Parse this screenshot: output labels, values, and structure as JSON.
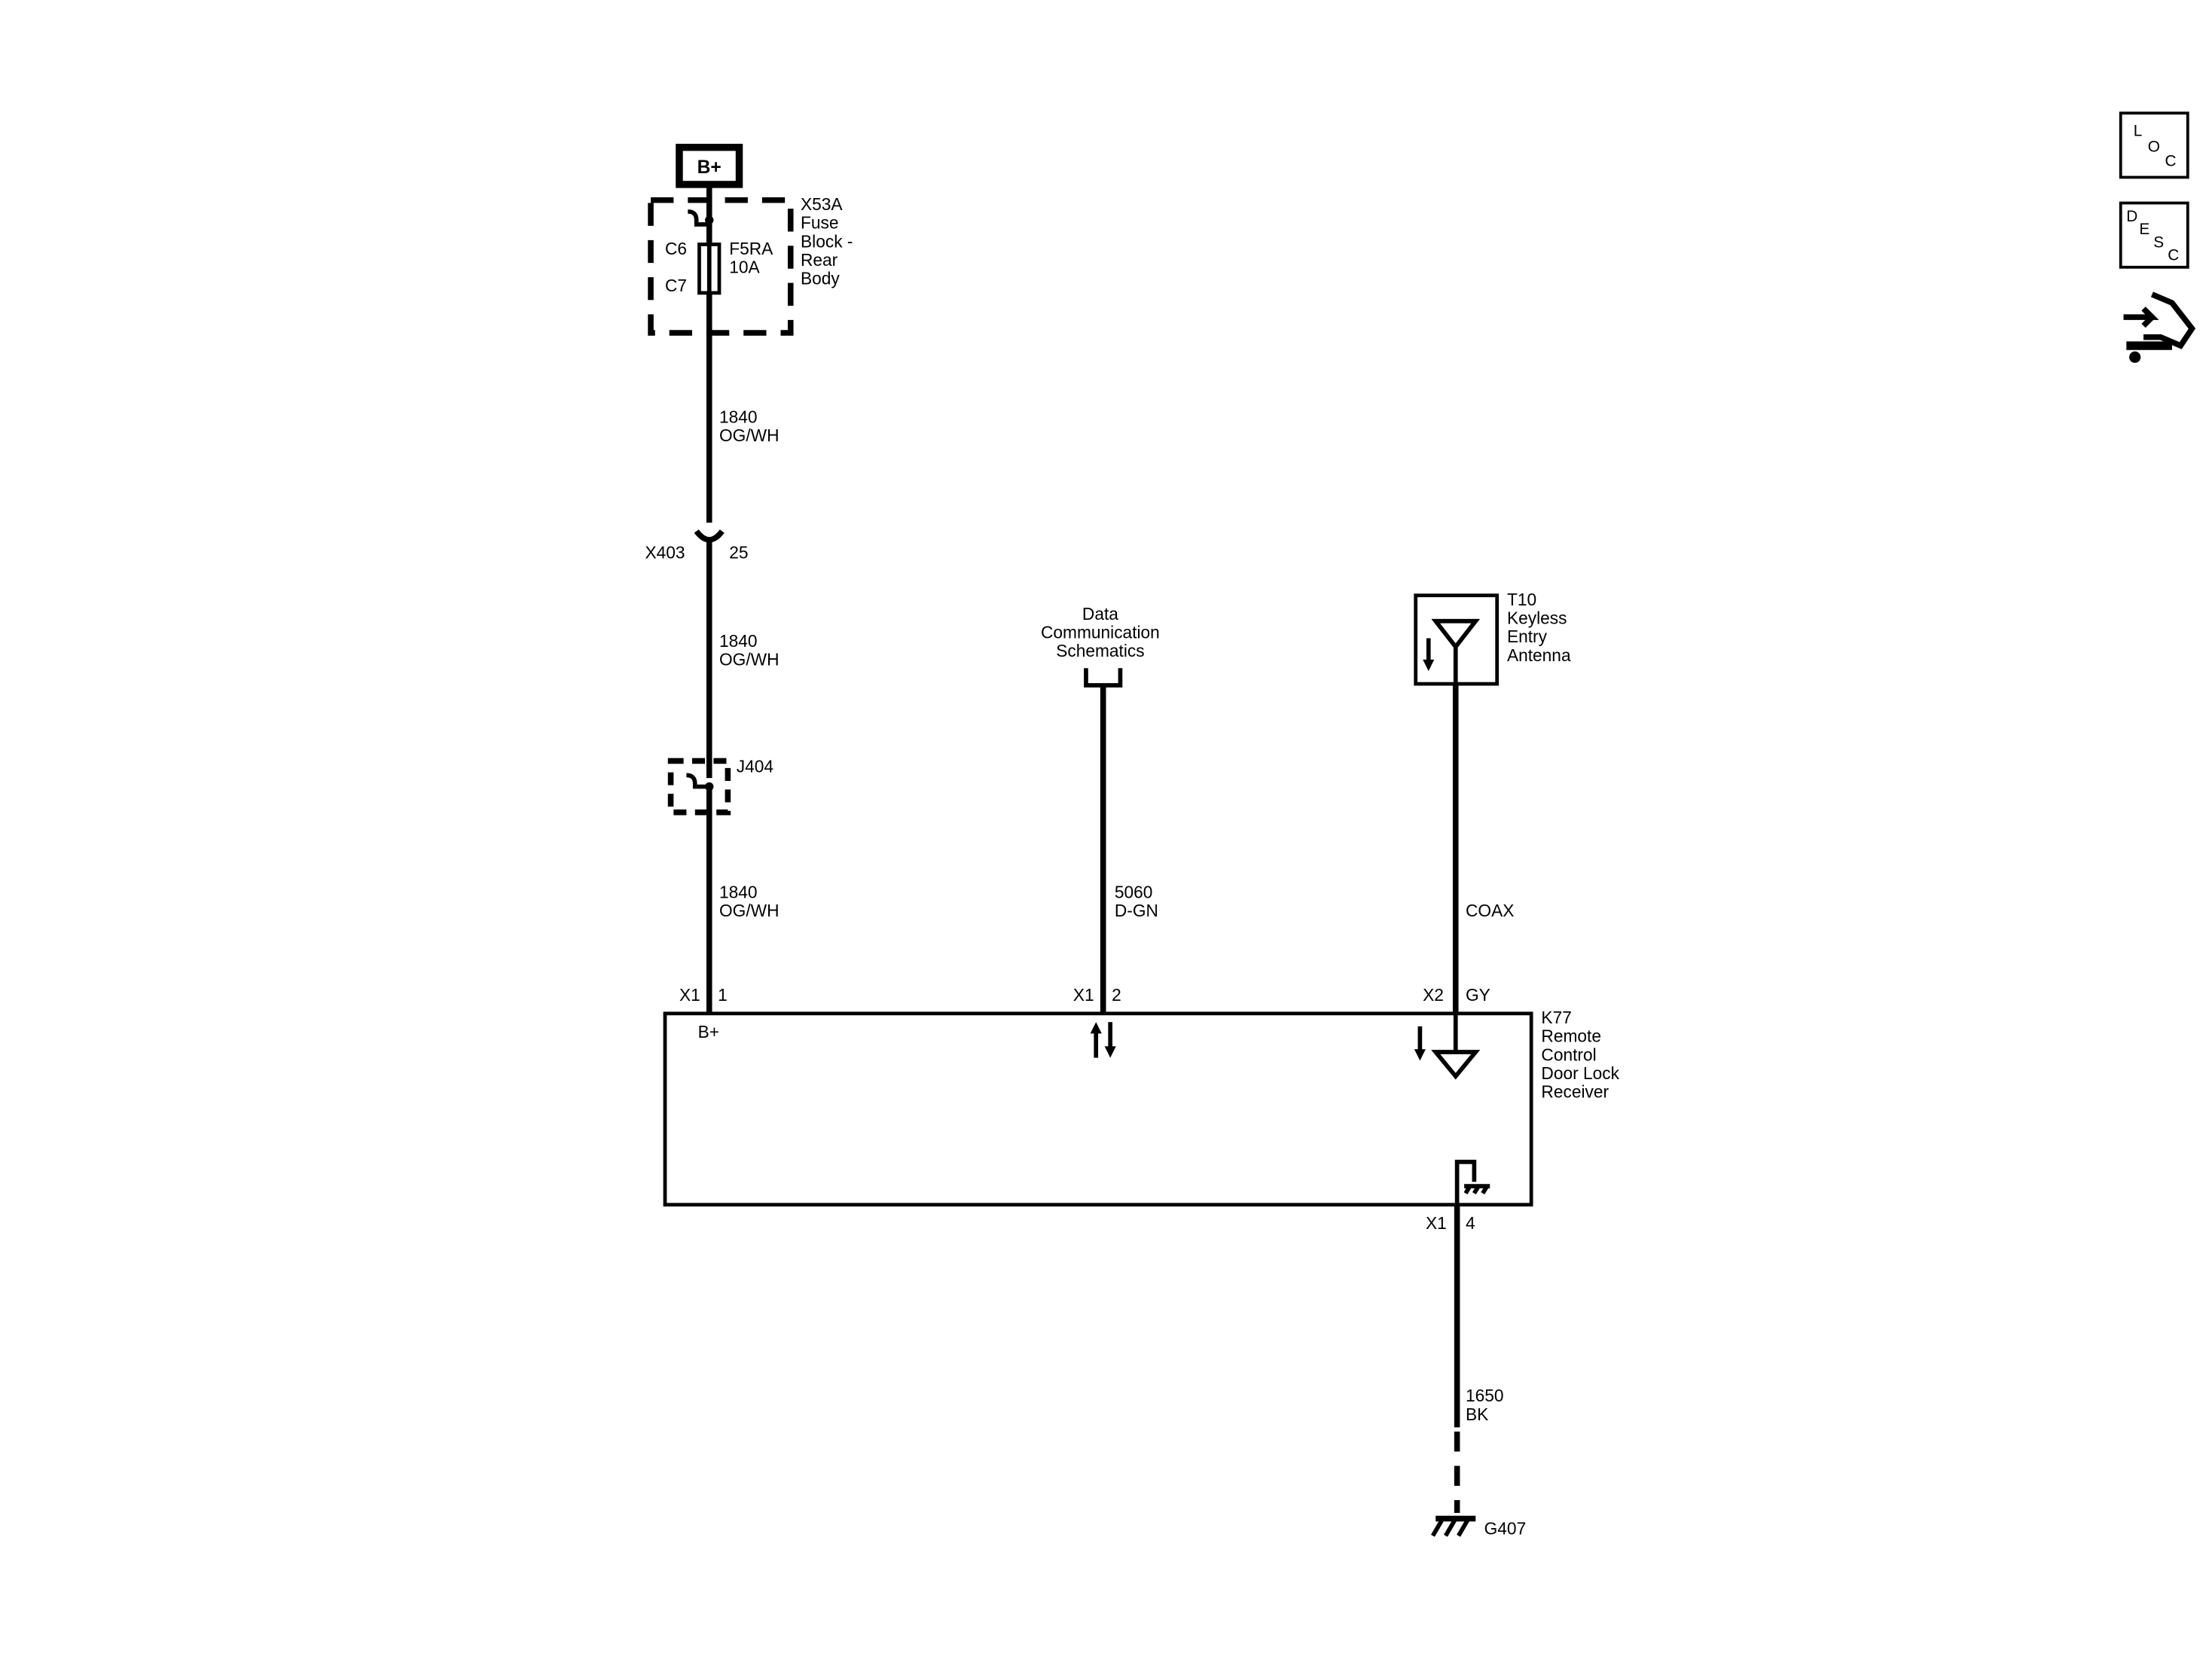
{
  "power": {
    "label": "B+"
  },
  "fuse_block": {
    "name": [
      "X53A",
      "Fuse",
      "Block -",
      "Rear",
      "Body"
    ],
    "pin_in": "C6",
    "pin_out": "C7",
    "fuse": [
      "F5RA",
      "10A"
    ]
  },
  "wires": {
    "w1840_a": [
      "1840",
      "OG/WH"
    ],
    "w1840_b": [
      "1840",
      "OG/WH"
    ],
    "w1840_c": [
      "1840",
      "OG/WH"
    ],
    "w5060": [
      "5060",
      "D-GN"
    ],
    "coax": "COAX",
    "w1650": [
      "1650",
      "BK"
    ]
  },
  "inline_connector": {
    "name": "X403",
    "pin": "25"
  },
  "splice": {
    "name": "J404"
  },
  "data_comm": [
    "Data",
    "Communication",
    "Schematics"
  ],
  "antenna": {
    "name": [
      "T10",
      "Keyless",
      "Entry",
      "Antenna"
    ]
  },
  "module": {
    "name": [
      "K77",
      "Remote",
      "Control",
      "Door Lock",
      "Receiver"
    ],
    "b_plus_label": "B+",
    "pins": {
      "p1_conn": "X1",
      "p1_num": "1",
      "p2_conn": "X1",
      "p2_num": "2",
      "p3_conn": "X2",
      "p3_num": "GY",
      "p4_conn": "X1",
      "p4_num": "4"
    }
  },
  "ground": {
    "name": "G407"
  },
  "side_buttons": {
    "loc": [
      "L",
      "O",
      "C"
    ],
    "desc": [
      "D",
      "E",
      "S",
      "C"
    ]
  }
}
